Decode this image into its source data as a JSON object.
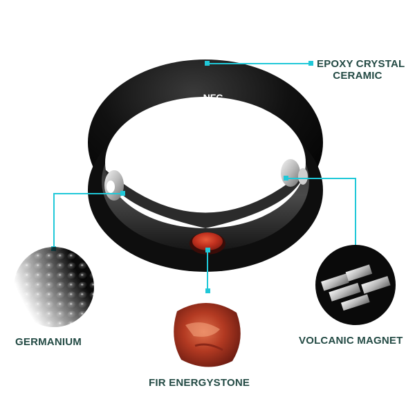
{
  "labels": {
    "epoxy_line1": "EPOXY CRYSTAL",
    "epoxy_line2": "CERAMIC",
    "germanium": "GERMANIUM",
    "volcanic_magnet": "VOLCANIC MAGNET",
    "fir_energystone": "FIR ENERGYSTONE"
  },
  "ring": {
    "engraving": "NFC"
  },
  "colors": {
    "accent": "#20c8d8",
    "label_text": "#234a44",
    "ring_body": "#0b0b0b",
    "stone_red": "#c0301e"
  }
}
